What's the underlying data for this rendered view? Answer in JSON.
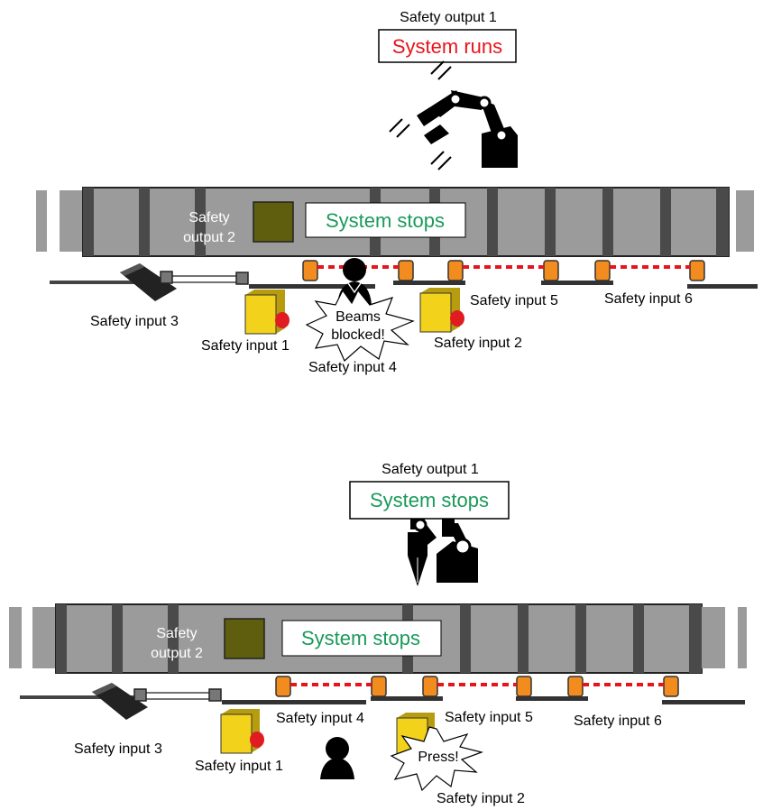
{
  "colors": {
    "running_text": "#e8141b",
    "stopped_text": "#1a9a5a",
    "conveyor": "#9b9b9b",
    "conveyor_dark": "#4a4a4a",
    "sensor": "#f28c1e",
    "beam": "#e8141b",
    "indicator": "#5e5e0e",
    "button_body": "#f2d21a",
    "button_red": "#e01b22"
  },
  "top": {
    "output1_label": "Safety output 1",
    "robot_status": "System runs",
    "output2_label_line1": "Safety",
    "output2_label_line2": "output 2",
    "conveyor_status": "System stops",
    "input3_label": "Safety input 3",
    "input1_label": "Safety input 1",
    "burst_line1": "Beams",
    "burst_line2": "blocked!",
    "input4_label": "Safety input 4",
    "input2_label": "Safety input 2",
    "input5_label": "Safety input 5",
    "input6_label": "Safety input 6"
  },
  "bottom": {
    "output1_label": "Safety output 1",
    "robot_status": "System stops",
    "output2_label_line1": "Safety",
    "output2_label_line2": "output 2",
    "conveyor_status": "System stops",
    "input3_label": "Safety input 3",
    "input1_label": "Safety input 1",
    "input4_label": "Safety input 4",
    "input5_label": "Safety input 5",
    "input6_label": "Safety input 6",
    "burst_text": "Press!",
    "input2_label": "Safety input 2"
  }
}
